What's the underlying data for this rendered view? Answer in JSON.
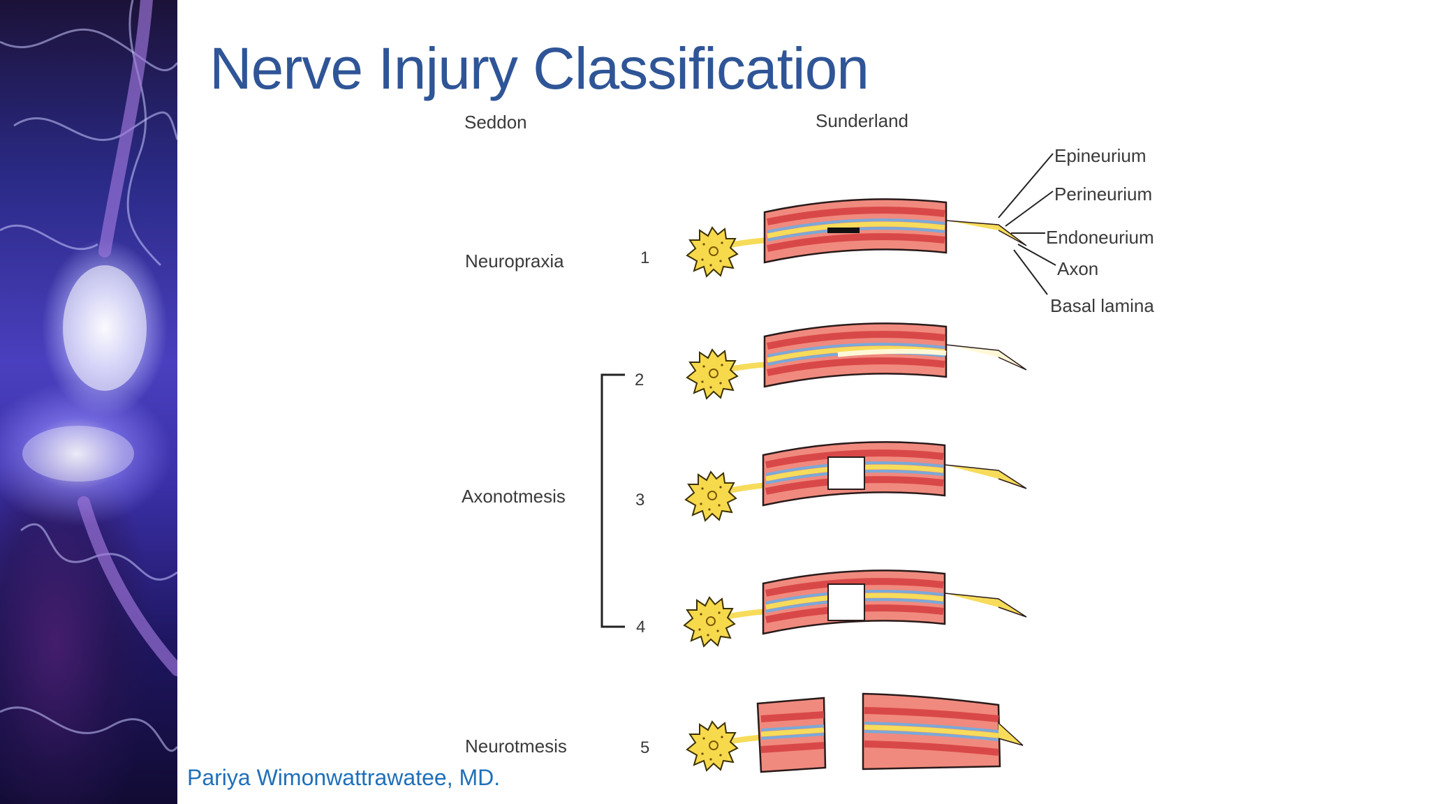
{
  "slide": {
    "title": "Nerve Injury Classification",
    "author": "Pariya Wimonwattrawatee, MD."
  },
  "diagram": {
    "column_headers": {
      "left": "Seddon",
      "right": "Sunderland"
    },
    "seddon_classes": [
      "Neuropraxia",
      "Axonotmesis",
      "Neurotmesis"
    ],
    "sunderland_grades": [
      "1",
      "2",
      "3",
      "4",
      "5"
    ],
    "structure_labels": [
      "Epineurium",
      "Perineurium",
      "Endoneurium",
      "Axon",
      "Basal lamina"
    ]
  },
  "colors": {
    "title": "#2f5597",
    "author": "#1f6fb8",
    "epineurium": "#f08a7e",
    "perineurium": "#d94848",
    "axon": "#f6dc5a",
    "endoneurium": "#7aa9d8"
  }
}
